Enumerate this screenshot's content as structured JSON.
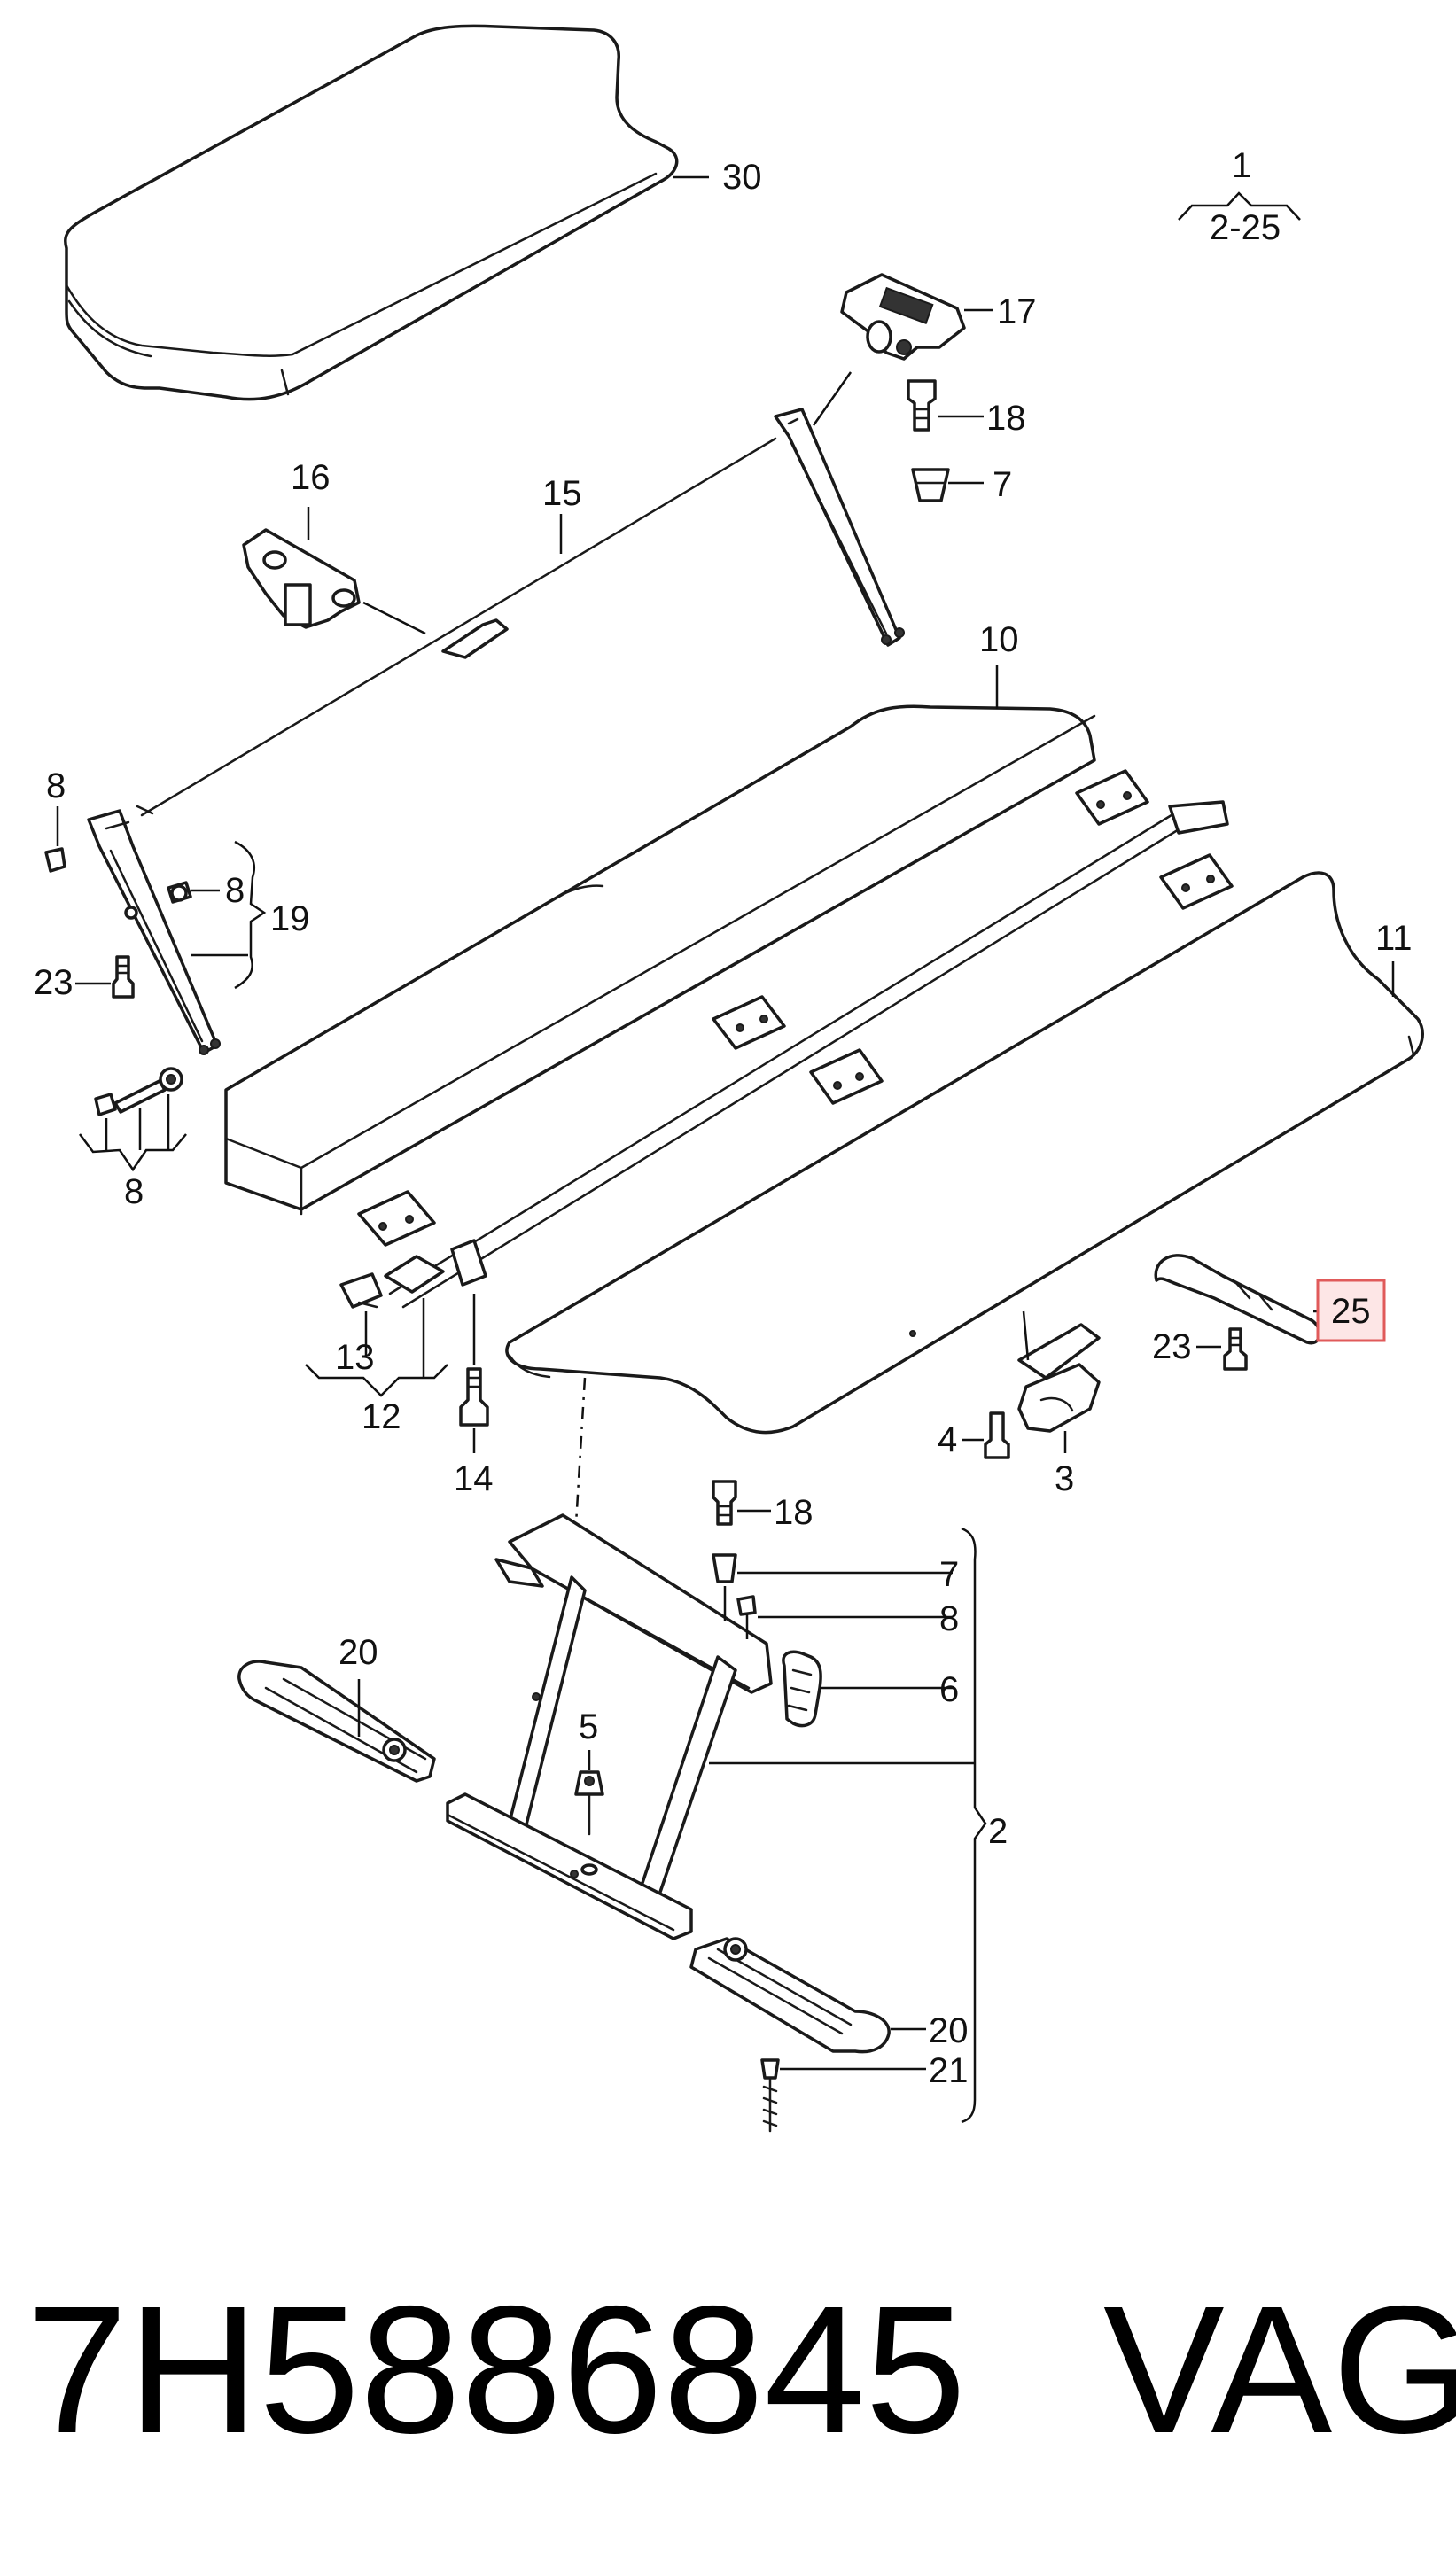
{
  "diagram": {
    "callouts": [
      {
        "id": "c30",
        "text": "30"
      },
      {
        "id": "c1",
        "text": "1"
      },
      {
        "id": "c1range",
        "text": "2-25"
      },
      {
        "id": "c17",
        "text": "17"
      },
      {
        "id": "c18a",
        "text": "18"
      },
      {
        "id": "c7a",
        "text": "7"
      },
      {
        "id": "c16",
        "text": "16"
      },
      {
        "id": "c15",
        "text": "15"
      },
      {
        "id": "c10",
        "text": "10"
      },
      {
        "id": "c11",
        "text": "11"
      },
      {
        "id": "c8a",
        "text": "8"
      },
      {
        "id": "c8b",
        "text": "8"
      },
      {
        "id": "c19",
        "text": "19"
      },
      {
        "id": "c23a",
        "text": "23"
      },
      {
        "id": "c8c",
        "text": "8"
      },
      {
        "id": "c25",
        "text": "25"
      },
      {
        "id": "c23b",
        "text": "23"
      },
      {
        "id": "c13",
        "text": "13"
      },
      {
        "id": "c12",
        "text": "12"
      },
      {
        "id": "c4",
        "text": "4"
      },
      {
        "id": "c3",
        "text": "3"
      },
      {
        "id": "c14",
        "text": "14"
      },
      {
        "id": "c18b",
        "text": "18"
      },
      {
        "id": "c7b",
        "text": "7"
      },
      {
        "id": "c8d",
        "text": "8"
      },
      {
        "id": "c6",
        "text": "6"
      },
      {
        "id": "c20a",
        "text": "20"
      },
      {
        "id": "c5",
        "text": "5"
      },
      {
        "id": "c2",
        "text": "2"
      },
      {
        "id": "c20b",
        "text": "20"
      },
      {
        "id": "c21",
        "text": "21"
      }
    ],
    "highlighted_callout": "25"
  },
  "footer": {
    "part_number": "7H5886845",
    "brand": "VAG"
  },
  "colors": {
    "highlight_fill": "#fde6e6",
    "highlight_stroke": "#e05a5a",
    "line": "#1a1a1a"
  }
}
